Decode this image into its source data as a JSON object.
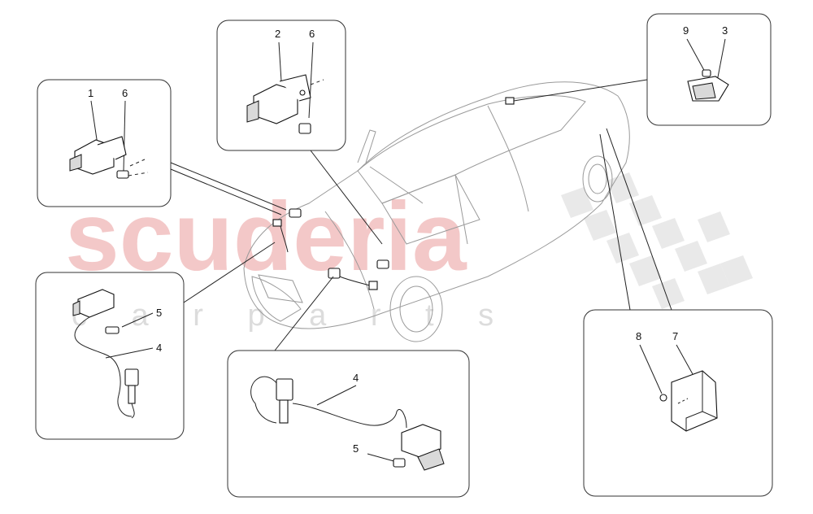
{
  "watermark": {
    "brand": "scuderia",
    "sub": "c a r   p a r t s"
  },
  "callouts": {
    "box1": {
      "part_a": "1",
      "part_b": "6"
    },
    "box2": {
      "part_a": "2",
      "part_b": "6"
    },
    "box3": {
      "part_a": "9",
      "part_b": "3"
    },
    "box4": {
      "part_a": "5",
      "part_b": "4"
    },
    "box5": {
      "part_a": "4",
      "part_b": "5"
    },
    "box6": {
      "part_a": "8",
      "part_b": "7"
    }
  },
  "colors": {
    "line": "#222222",
    "car_outline": "#9a9a9a",
    "watermark_red": "#f3c8c8",
    "watermark_grey": "#dcdcdc"
  }
}
